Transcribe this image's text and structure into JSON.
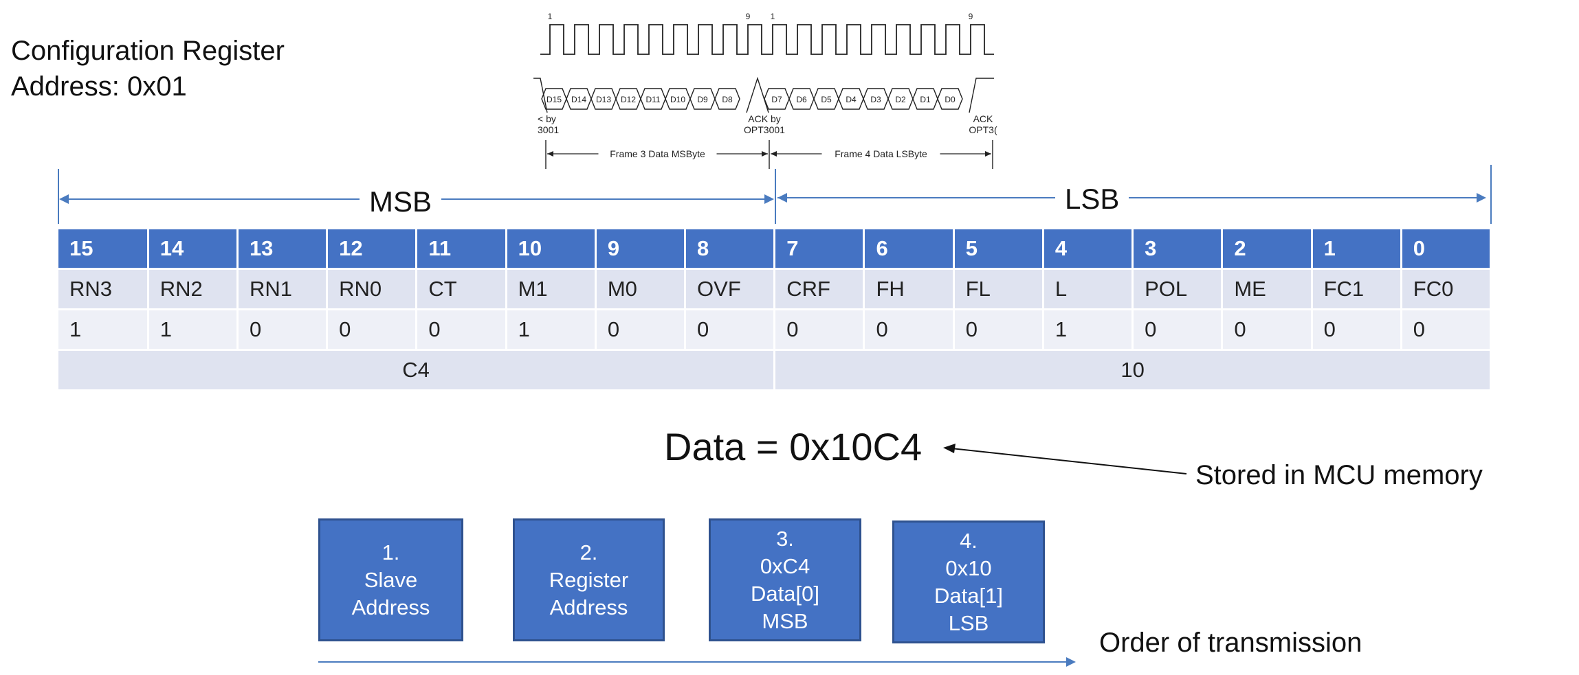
{
  "register": {
    "title": "Configuration Register",
    "address": "Address: 0x01"
  },
  "timing_diagram": {
    "clock_start_labels": [
      "1",
      "9",
      "1",
      "9"
    ],
    "data_bits": [
      "D15",
      "D14",
      "D13",
      "D12",
      "D11",
      "D10",
      "D9",
      "D8",
      "D7",
      "D6",
      "D5",
      "D4",
      "D3",
      "D2",
      "D1",
      "D0"
    ],
    "ack_left": [
      "< by",
      "3001"
    ],
    "ack_mid": [
      "ACK by",
      "OPT3001"
    ],
    "ack_right": [
      "ACK",
      "OPT3("
    ],
    "frame3_label": "Frame 3 Data MSByte",
    "frame4_label": "Frame 4 Data LSByte"
  },
  "spans": {
    "msb": "MSB",
    "lsb": "LSB"
  },
  "table": {
    "bits": [
      "15",
      "14",
      "13",
      "12",
      "11",
      "10",
      "9",
      "8",
      "7",
      "6",
      "5",
      "4",
      "3",
      "2",
      "1",
      "0"
    ],
    "names": [
      "RN3",
      "RN2",
      "RN1",
      "RN0",
      "CT",
      "M1",
      "M0",
      "OVF",
      "CRF",
      "FH",
      "FL",
      "L",
      "POL",
      "ME",
      "FC1",
      "FC0"
    ],
    "values": [
      "1",
      "1",
      "0",
      "0",
      "0",
      "1",
      "0",
      "0",
      "0",
      "0",
      "0",
      "1",
      "0",
      "0",
      "0",
      "0"
    ],
    "hex_msb": "C4",
    "hex_lsb": "10"
  },
  "data_equation": "Data = 0x10C4",
  "stored_label": "Stored in MCU memory",
  "transmission_boxes": [
    {
      "lines": [
        "1.",
        "Slave",
        "Address"
      ]
    },
    {
      "lines": [
        "2.",
        "Register",
        "Address"
      ]
    },
    {
      "lines": [
        "3.",
        "0xC4",
        "Data[0]",
        "MSB"
      ]
    },
    {
      "lines": [
        "4.",
        "0x10",
        "Data[1]",
        "LSB"
      ]
    }
  ],
  "order_label": "Order of transmission",
  "colors": {
    "header_blue": "#4472c4",
    "row_light": "#dfe3f0",
    "row_lighter": "#eef0f7",
    "line_blue": "#4a7bbf"
  }
}
